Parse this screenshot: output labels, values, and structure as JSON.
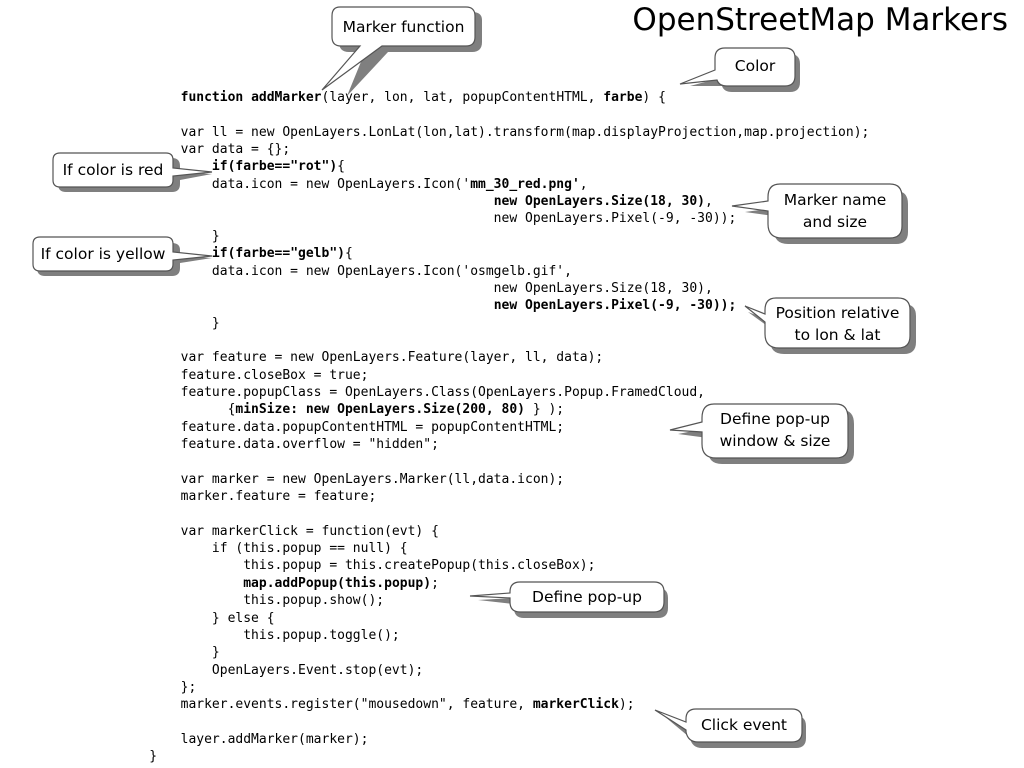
{
  "title": "OpenStreetMap Markers",
  "code_lines": [
    [
      {
        "t": "        "
      },
      {
        "t": "function addMarker",
        "b": true
      },
      {
        "t": "(layer, lon, lat, popupContentHTML, "
      },
      {
        "t": "farbe",
        "b": true
      },
      {
        "t": ") {"
      }
    ],
    [
      {
        "t": ""
      }
    ],
    [
      {
        "t": "        var ll = new OpenLayers.LonLat(lon,lat).transform(map.displayProjection,map.projection);"
      }
    ],
    [
      {
        "t": "        var data = {};"
      }
    ],
    [
      {
        "t": "            "
      },
      {
        "t": "if(farbe==\"rot\")",
        "b": true
      },
      {
        "t": "{"
      }
    ],
    [
      {
        "t": "            data.icon = new OpenLayers.Icon('"
      },
      {
        "t": "mm_30_red.png'",
        "b": true
      },
      {
        "t": ","
      }
    ],
    [
      {
        "t": "                                                "
      },
      {
        "t": "new OpenLayers.Size(18, 30)",
        "b": true
      },
      {
        "t": ","
      }
    ],
    [
      {
        "t": "                                                new OpenLayers.Pixel(-9, -30));"
      }
    ],
    [
      {
        "t": "            }"
      }
    ],
    [
      {
        "t": "            "
      },
      {
        "t": "if(farbe==\"gelb\")",
        "b": true
      },
      {
        "t": "{"
      }
    ],
    [
      {
        "t": "            data.icon = new OpenLayers.Icon('osmgelb.gif',"
      }
    ],
    [
      {
        "t": "                                                new OpenLayers.Size(18, 30),"
      }
    ],
    [
      {
        "t": "                                                "
      },
      {
        "t": "new OpenLayers.Pixel(-9, -30));",
        "b": true
      }
    ],
    [
      {
        "t": "            }"
      }
    ],
    [
      {
        "t": ""
      }
    ],
    [
      {
        "t": "        var feature = new OpenLayers.Feature(layer, ll, data);"
      }
    ],
    [
      {
        "t": "        feature.closeBox = true;"
      }
    ],
    [
      {
        "t": "        feature.popupClass = OpenLayers.Class(OpenLayers.Popup.FramedCloud,"
      }
    ],
    [
      {
        "t": "              {"
      },
      {
        "t": "minSize: new OpenLayers.Size(200, 80)",
        "b": true
      },
      {
        "t": " } );"
      }
    ],
    [
      {
        "t": "        feature.data.popupContentHTML = popupContentHTML;"
      }
    ],
    [
      {
        "t": "        feature.data.overflow = \"hidden\";"
      }
    ],
    [
      {
        "t": ""
      }
    ],
    [
      {
        "t": "        var marker = new OpenLayers.Marker(ll,data.icon);"
      }
    ],
    [
      {
        "t": "        marker.feature = feature;"
      }
    ],
    [
      {
        "t": ""
      }
    ],
    [
      {
        "t": "        var markerClick = function(evt) {"
      }
    ],
    [
      {
        "t": "            if (this.popup == null) {"
      }
    ],
    [
      {
        "t": "                this.popup = this.createPopup(this.closeBox);"
      }
    ],
    [
      {
        "t": "                "
      },
      {
        "t": "map.addPopup(this.popup)",
        "b": true
      },
      {
        "t": ";"
      }
    ],
    [
      {
        "t": "                this.popup.show();"
      }
    ],
    [
      {
        "t": "            } else {"
      }
    ],
    [
      {
        "t": "                this.popup.toggle();"
      }
    ],
    [
      {
        "t": "            }"
      }
    ],
    [
      {
        "t": "            OpenLayers.Event.stop(evt);"
      }
    ],
    [
      {
        "t": "        };"
      }
    ],
    [
      {
        "t": "        marker.events.register(\"mousedown\", feature, "
      },
      {
        "t": "markerClick",
        "b": true
      },
      {
        "t": ");"
      }
    ],
    [
      {
        "t": ""
      }
    ],
    [
      {
        "t": "        layer.addMarker(marker);"
      }
    ],
    [
      {
        "t": "    }"
      }
    ]
  ],
  "callouts": [
    {
      "id": "marker-function",
      "text": "Marker function"
    },
    {
      "id": "color",
      "text": "Color"
    },
    {
      "id": "if-red",
      "text": "If color is red"
    },
    {
      "id": "if-yellow",
      "text": "If color is yellow"
    },
    {
      "id": "marker-name-size",
      "text": "Marker name\nand size"
    },
    {
      "id": "position",
      "text": "Position relative\nto lon & lat"
    },
    {
      "id": "popup-window",
      "text": "Define pop-up\nwindow & size"
    },
    {
      "id": "define-popup",
      "text": "Define pop-up"
    },
    {
      "id": "click-event",
      "text": "Click event"
    }
  ]
}
